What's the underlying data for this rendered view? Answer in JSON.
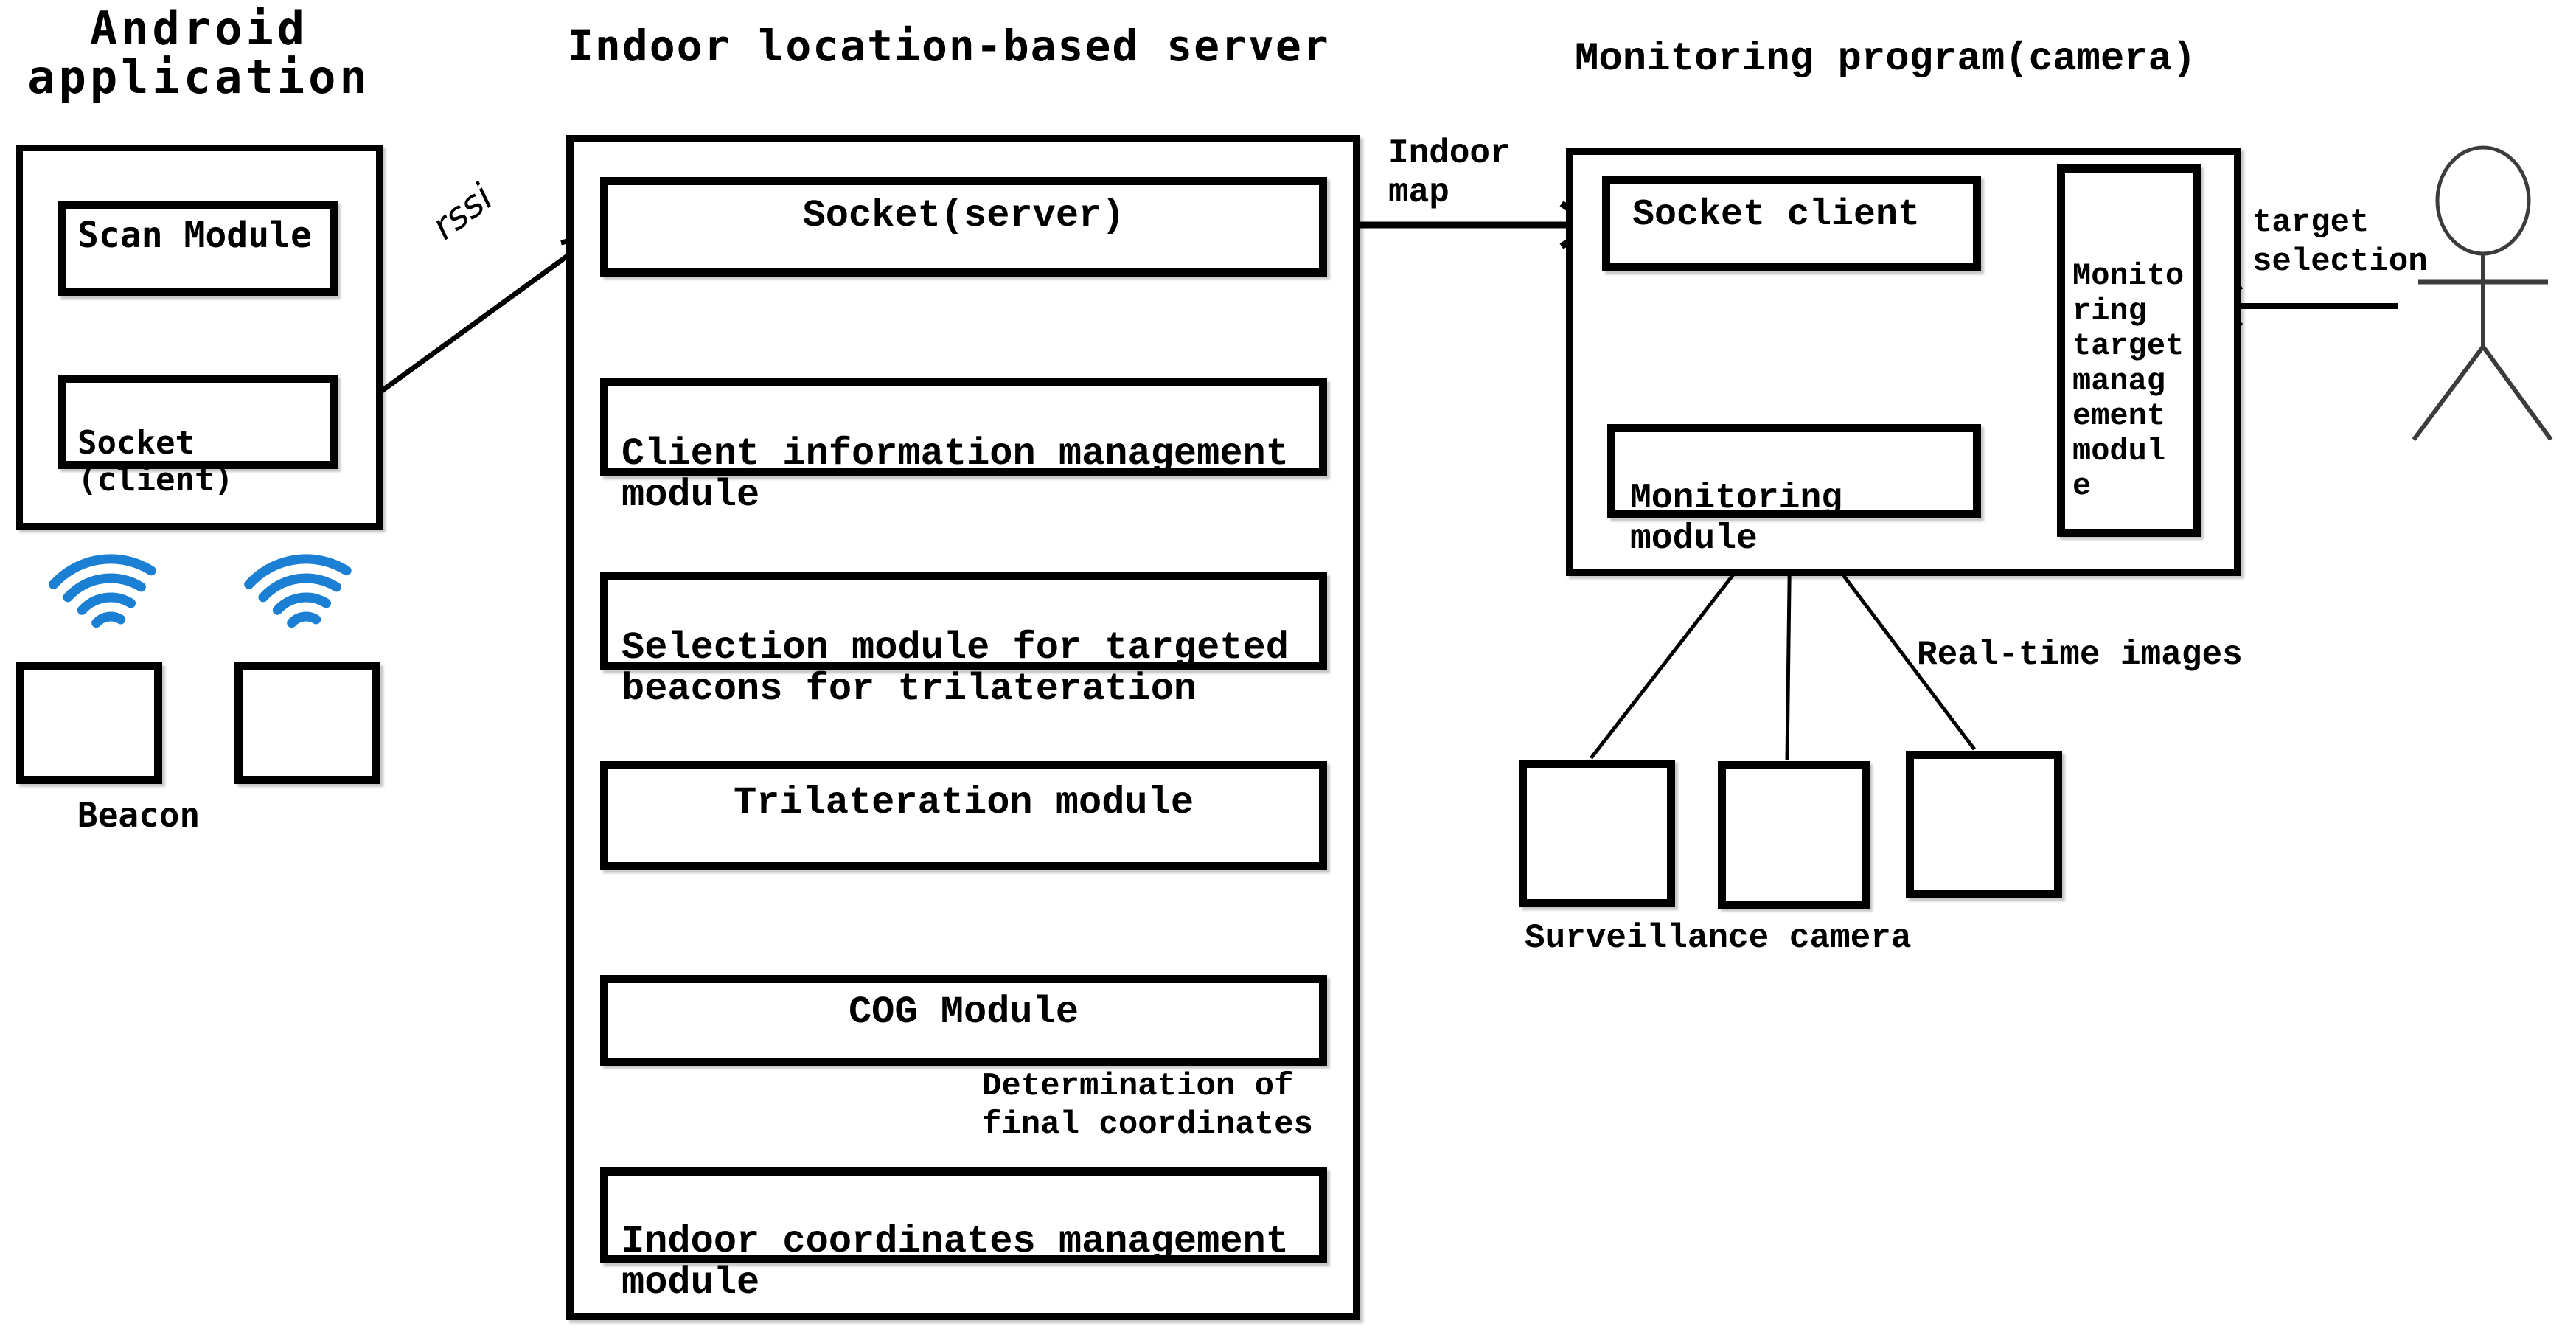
{
  "android": {
    "title": "Android\napplication",
    "scan_module": "Scan Module",
    "socket_client": "Socket\n(client)",
    "beacon_label": "Beacon"
  },
  "server": {
    "title": "Indoor location-based server",
    "socket_server": "Socket(server)",
    "client_info": "Client information management\nmodule",
    "selection": "Selection module for targeted\nbeacons for trilateration",
    "trilateration": "Trilateration module",
    "cog": "COG Module",
    "indoor_coords": "Indoor coordinates management\nmodule",
    "determination_label": "Determination of\nfinal coordinates"
  },
  "monitoring": {
    "title": "Monitoring program(camera)",
    "socket_client": "Socket client",
    "target_mgmt": "Monito\nring\ntarget\nmanag\nement\nmodul\ne",
    "monitoring_module": "Monitoring\nmodule",
    "realtime_label": "Real-time images",
    "surveillance_label": "Surveillance camera",
    "target_selection": "target\nselection"
  },
  "edges": {
    "rssi": "rssi",
    "indoor_map": "Indoor\nmap"
  },
  "colors": {
    "wifi_blue": "#1b7fd4",
    "line": "#000000"
  }
}
